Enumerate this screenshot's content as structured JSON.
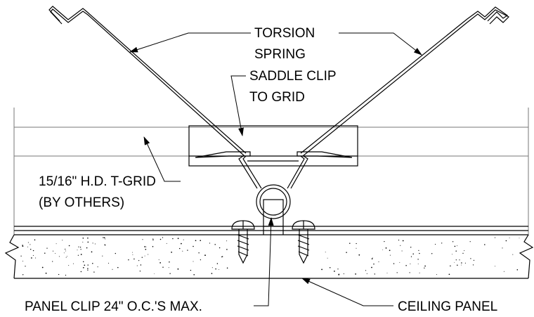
{
  "labels": {
    "torsion_spring_line1": "TORSION",
    "torsion_spring_line2": "SPRING",
    "saddle_clip_line1": "SADDLE CLIP",
    "saddle_clip_line2": "TO GRID",
    "t_grid_line1": "15/16\" H.D. T-GRID",
    "t_grid_line2": "(BY OTHERS)",
    "panel_clip": "PANEL CLIP 24\" O.C.'S MAX.",
    "ceiling_panel": "CEILING PANEL"
  },
  "colors": {
    "line": "#000000",
    "grid_line": "#777777",
    "background": "#ffffff"
  }
}
